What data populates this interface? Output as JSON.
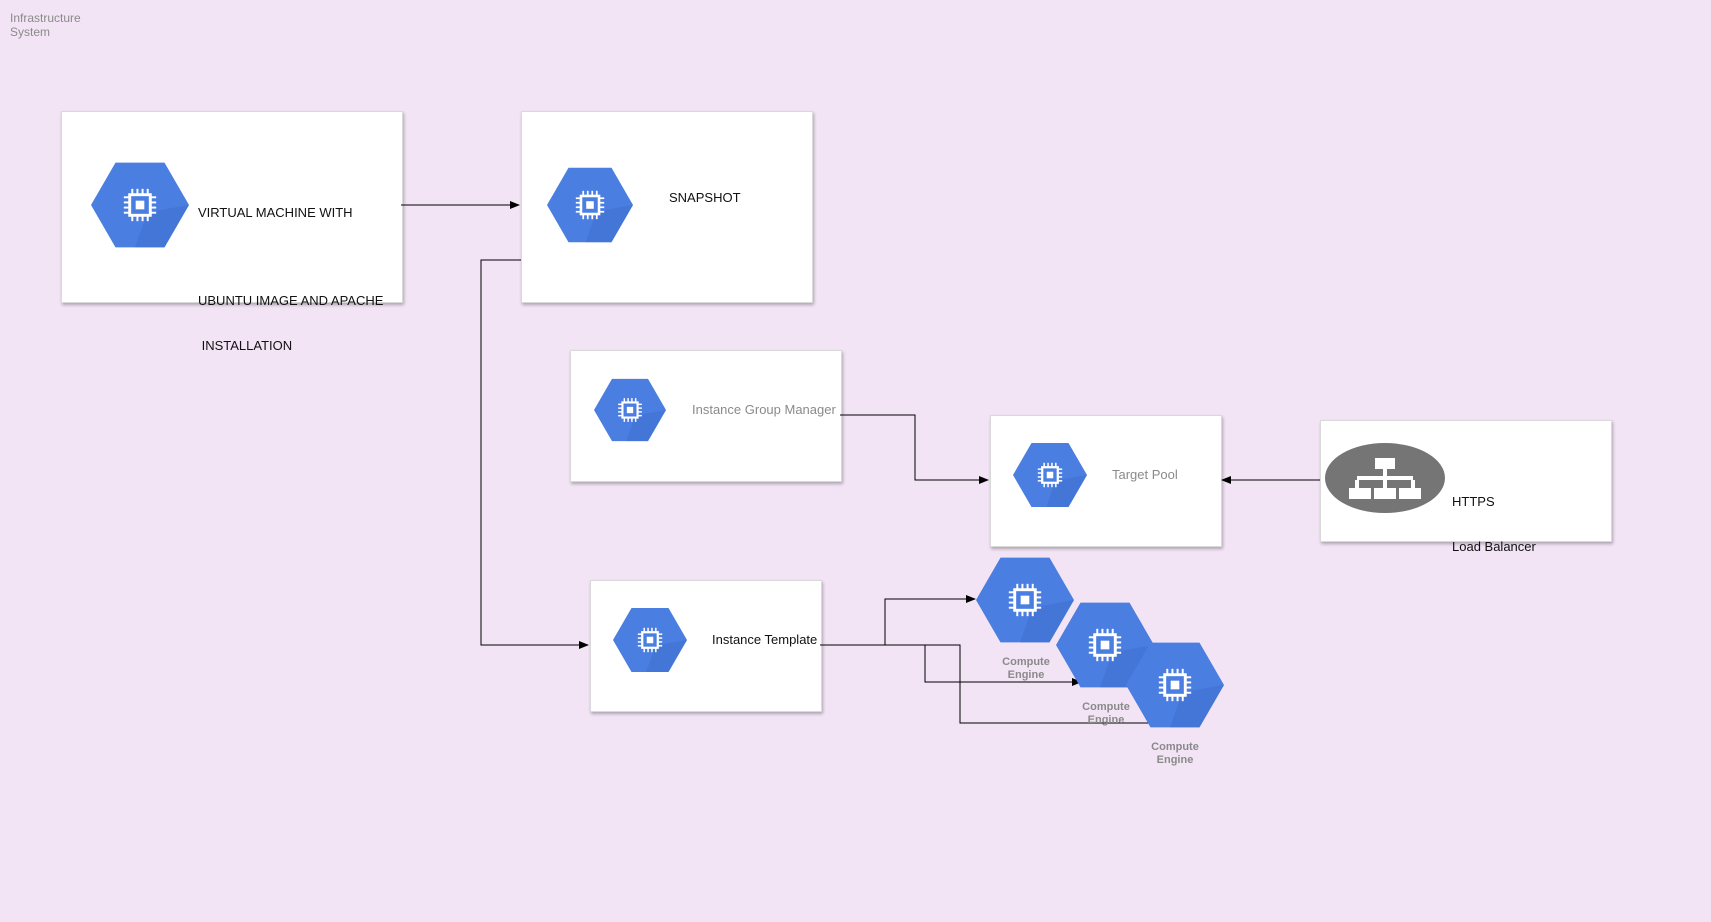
{
  "frame": {
    "title_line1": "Infrastructure",
    "title_line2": "System",
    "background": "#f2e4f5"
  },
  "nodes": {
    "vm": {
      "line1": "VIRTUAL MACHINE WITH",
      "line2": "UBUNTU IMAGE AND APACHE",
      "line3": " INSTALLATION",
      "icon": "compute-engine-icon"
    },
    "snapshot": {
      "label": "SNAPSHOT",
      "icon": "compute-engine-icon"
    },
    "igm": {
      "label": "Instance Group Manager",
      "icon": "compute-engine-icon"
    },
    "target_pool": {
      "label": "Target Pool",
      "icon": "compute-engine-icon"
    },
    "lb": {
      "line1": "HTTPS",
      "line2": "Load Balancer",
      "icon": "load-balancer-icon"
    },
    "template": {
      "label": "Instance Template",
      "icon": "compute-engine-icon"
    }
  },
  "compute_engines": [
    {
      "line1": "Compute",
      "line2": "Engine"
    },
    {
      "line1": "Compute",
      "line2": "Engine"
    },
    {
      "line1": "Compute",
      "line2": "Engine"
    }
  ],
  "colors": {
    "gcp_blue": "#4a7ee0",
    "gcp_blue_shade": "#3f6fd1",
    "lb_gray": "#757575",
    "edge": "#000000"
  }
}
